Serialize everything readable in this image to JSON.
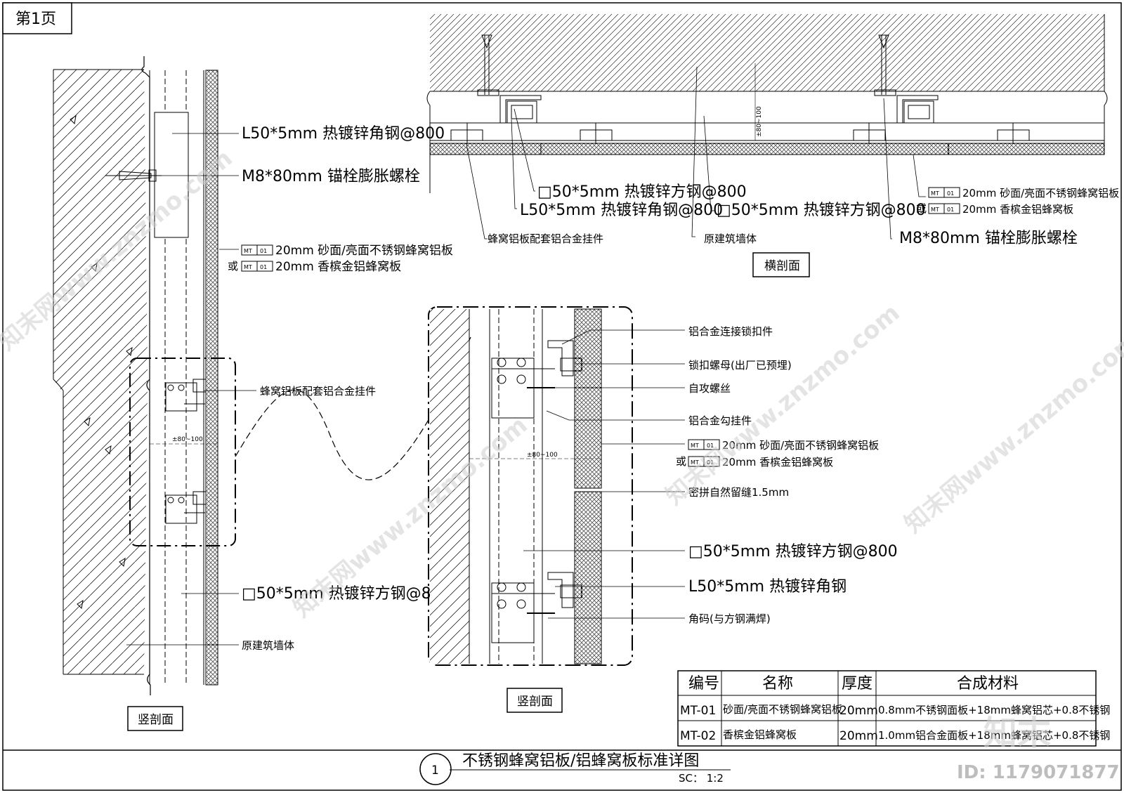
{
  "page": {
    "tab_label": "第1页"
  },
  "title": {
    "number": "1",
    "text": "不锈钢蜂窝铝板/铝蜂窝板标准详图",
    "scale": "SC：  1:2"
  },
  "views": {
    "horizontal": "横剖面",
    "vertical_left": "竖剖面",
    "vertical_detail": "竖剖面"
  },
  "labels": {
    "angle_steel_800": "L50*5mm 热镀锌角钢@800",
    "anchor_bolt": "M8*80mm 锚栓膨胀螺栓",
    "square_steel_800": "□50*5mm 热镀锌方钢@800",
    "hanger": "蜂窝铝板配套铝合金挂件",
    "original_wall": "原建筑墙体",
    "panel_option_1": "20mm 砂面/亮面不锈钢蜂窝铝板",
    "or": "或",
    "panel_option_2": "20mm 香槟金铝蜂窝板",
    "mt_code": "MT",
    "mt_num": "01",
    "dim_text": "±80~100",
    "alloy_lock": "铝合金连接锁扣件",
    "lock_nut": "锁扣螺母(出厂已预埋)",
    "self_tap_screw": "自攻螺丝",
    "alloy_hook": "铝合金勾挂件",
    "joint": "密拼自然留缝1.5mm",
    "angle_steel": "L50*5mm 热镀锌角钢",
    "corner_code": "角码(与方钢满焊)"
  },
  "table": {
    "headers": [
      "编号",
      "名称",
      "厚度",
      "合成材料"
    ],
    "rows": [
      [
        "MT-01",
        "砂面/亮面不锈钢蜂窝铝板",
        "20mm",
        "0.8mm不锈钢面板+18mm蜂窝铝芯+0.8不锈钢"
      ],
      [
        "MT-02",
        "香槟金铝蜂窝板",
        "20mm",
        "1.0mm铝合金面板+18mm蜂窝铝芯+0.8不锈钢"
      ]
    ]
  },
  "watermark": {
    "text": "知末网www.znzmo.com",
    "logo": "知末",
    "id": "ID: 1179071877"
  }
}
